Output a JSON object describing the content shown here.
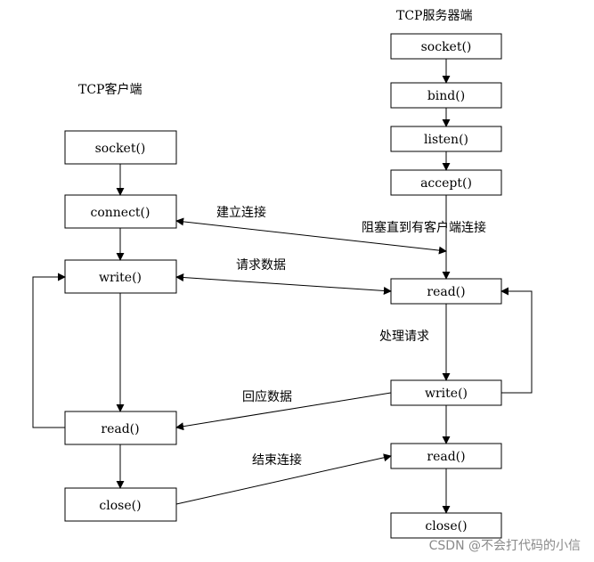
{
  "server": {
    "title": "TCP服务器端",
    "boxes": [
      "socket()",
      "bind()",
      "listen()",
      "accept()",
      "read()",
      "write()",
      "read()",
      "close()"
    ],
    "blocking_note": "阻塞直到有客户端连接",
    "processing_note": "处理请求"
  },
  "client": {
    "title": "TCP客户端",
    "boxes": [
      "socket()",
      "connect()",
      "write()",
      "read()",
      "close()"
    ]
  },
  "messages": {
    "connect": "建立连接",
    "request": "请求数据",
    "response": "回应数据",
    "close": "结束连接"
  },
  "watermark": "CSDN @不会打代码的小信"
}
